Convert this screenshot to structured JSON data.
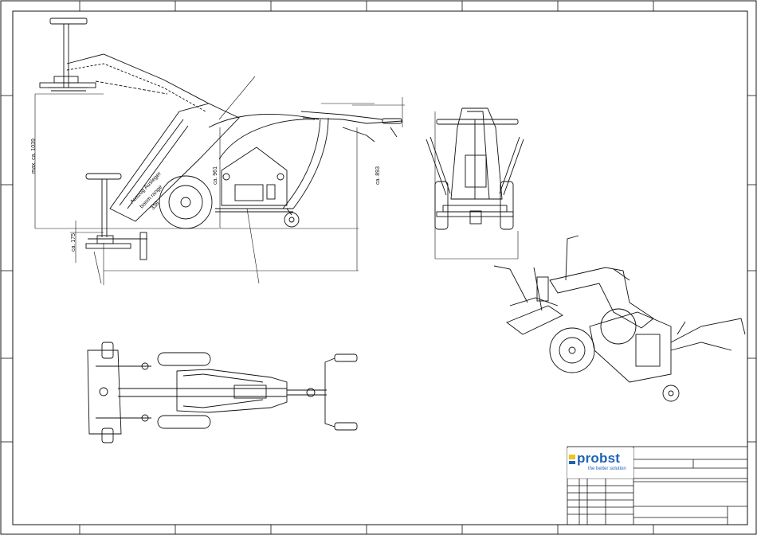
{
  "drawing": {
    "dims": {
      "max_height": "max. ca. 1039",
      "height_961": "ca. 961",
      "height_893": "ca. 893",
      "height_175": "ca. 175",
      "extension_de": "Auszug Ausleger",
      "extension_en": "boom range",
      "extension_value": "338"
    }
  },
  "title_block": {
    "brand": "probst",
    "tagline": "the better solution"
  },
  "colors": {
    "line": "#111111",
    "brand_blue": "#1f63b6",
    "brand_yellow": "#f0c419"
  }
}
